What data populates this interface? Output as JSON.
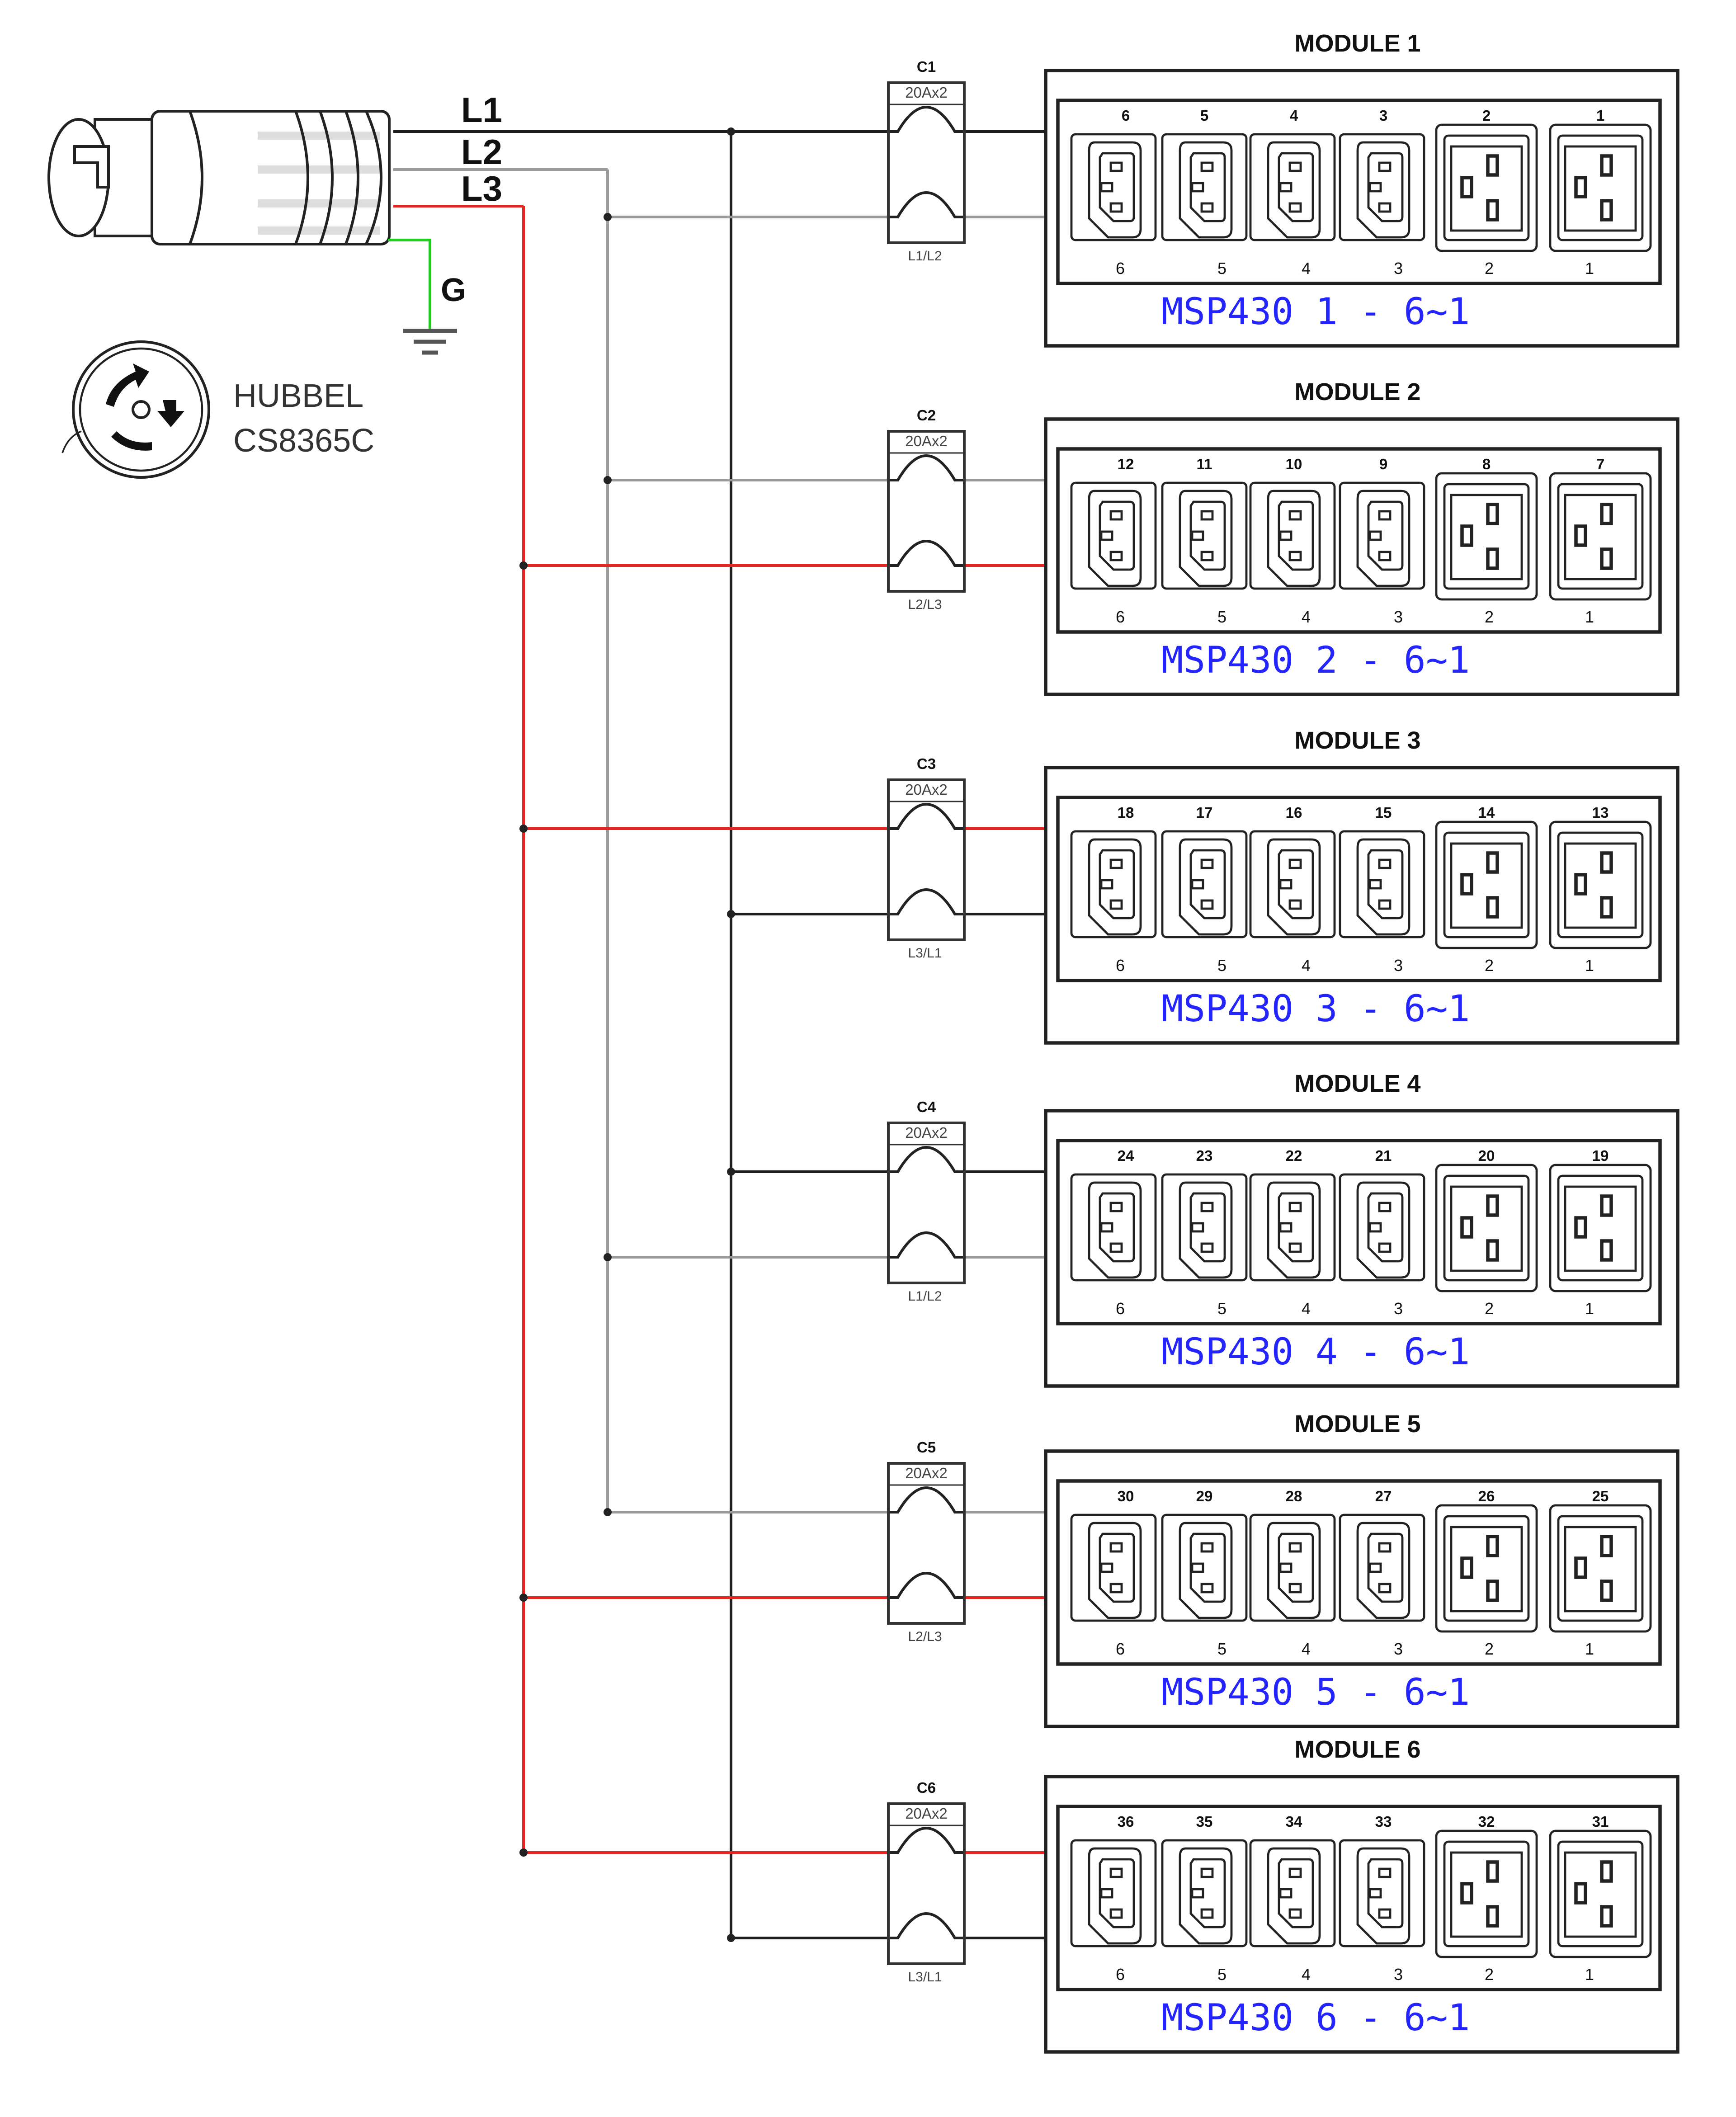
{
  "colors": {
    "L1": "#1e1e1e",
    "L2": "#9a9a9a",
    "L3": "#e8241f",
    "G": "#22cc22",
    "label_blue": "#2424ff"
  },
  "plug": {
    "line_labels": {
      "L1": "L1",
      "L2": "L2",
      "L3": "L3",
      "G": "G"
    },
    "brand": "HUBBEL",
    "model": "CS8365C"
  },
  "modules": [
    {
      "title": "MODULE 1",
      "breaker": "C1",
      "rating": "20Ax2",
      "phase": "L1/L2",
      "wires": [
        "L1",
        "L2"
      ],
      "top_numbers": [
        "6",
        "5",
        "4",
        "3",
        "2",
        "1"
      ],
      "bottom_numbers": [
        "6",
        "5",
        "4",
        "3",
        "2",
        "1"
      ],
      "label": "MSP430 1 - 6~1"
    },
    {
      "title": "MODULE 2",
      "breaker": "C2",
      "rating": "20Ax2",
      "phase": "L2/L3",
      "wires": [
        "L2",
        "L3"
      ],
      "top_numbers": [
        "12",
        "11",
        "10",
        "9",
        "8",
        "7"
      ],
      "bottom_numbers": [
        "6",
        "5",
        "4",
        "3",
        "2",
        "1"
      ],
      "label": "MSP430 2 - 6~1"
    },
    {
      "title": "MODULE 3",
      "breaker": "C3",
      "rating": "20Ax2",
      "phase": "L3/L1",
      "wires": [
        "L3",
        "L1"
      ],
      "top_numbers": [
        "18",
        "17",
        "16",
        "15",
        "14",
        "13"
      ],
      "bottom_numbers": [
        "6",
        "5",
        "4",
        "3",
        "2",
        "1"
      ],
      "label": "MSP430 3 - 6~1"
    },
    {
      "title": "MODULE 4",
      "breaker": "C4",
      "rating": "20Ax2",
      "phase": "L1/L2",
      "wires": [
        "L1",
        "L2"
      ],
      "top_numbers": [
        "24",
        "23",
        "22",
        "21",
        "20",
        "19"
      ],
      "bottom_numbers": [
        "6",
        "5",
        "4",
        "3",
        "2",
        "1"
      ],
      "label": "MSP430 4 - 6~1"
    },
    {
      "title": "MODULE 5",
      "breaker": "C5",
      "rating": "20Ax2",
      "phase": "L2/L3",
      "wires": [
        "L2",
        "L3"
      ],
      "top_numbers": [
        "30",
        "29",
        "28",
        "27",
        "26",
        "25"
      ],
      "bottom_numbers": [
        "6",
        "5",
        "4",
        "3",
        "2",
        "1"
      ],
      "label": "MSP430 5 - 6~1"
    },
    {
      "title": "MODULE 6",
      "breaker": "C6",
      "rating": "20Ax2",
      "phase": "L3/L1",
      "wires": [
        "L3",
        "L1"
      ],
      "top_numbers": [
        "36",
        "35",
        "34",
        "33",
        "32",
        "31"
      ],
      "bottom_numbers": [
        "6",
        "5",
        "4",
        "3",
        "2",
        "1"
      ],
      "label": "MSP430 6 - 6~1"
    }
  ]
}
